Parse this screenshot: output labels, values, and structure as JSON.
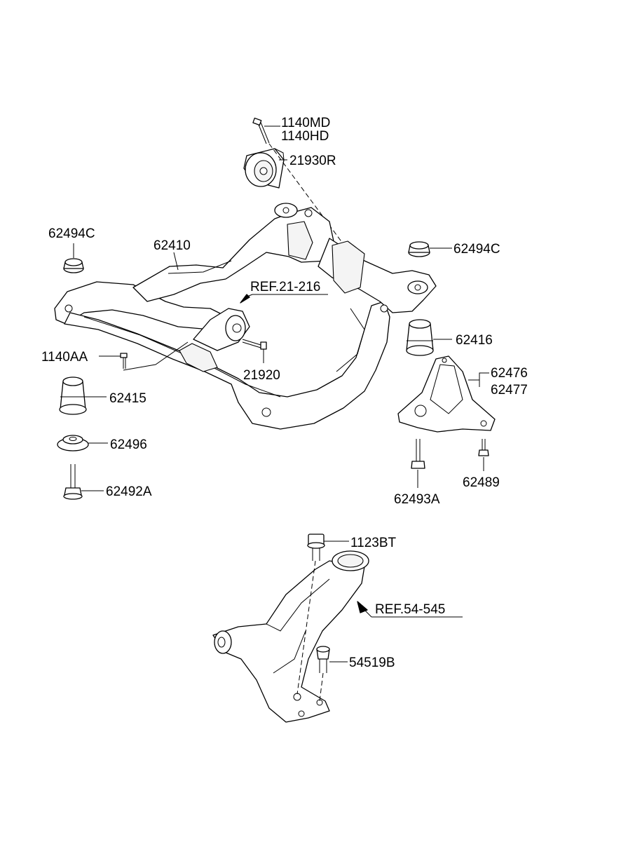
{
  "labels": {
    "p1140md": "1140MD",
    "p1140hd": "1140HD",
    "p21930r": "21930R",
    "p62494c_left": "62494C",
    "p62494c_right": "62494C",
    "p62410": "62410",
    "ref21216": "REF.21-216",
    "p62416": "62416",
    "p1140aa": "1140AA",
    "p21920": "21920",
    "p62476": "62476",
    "p62477": "62477",
    "p62415": "62415",
    "p62496": "62496",
    "p62492a": "62492A",
    "p62489": "62489",
    "p62493a": "62493A",
    "p1123bt": "1123BT",
    "ref54545": "REF.54-545",
    "p54519b": "54519B"
  }
}
